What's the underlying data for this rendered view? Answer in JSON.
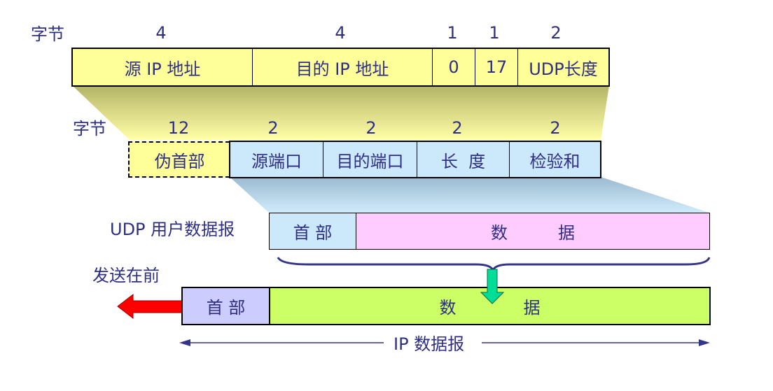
{
  "colors": {
    "text": "#2e2e86",
    "ip_pseudo_fill": "#ffff99",
    "udp_header_fill": "#cce9fb",
    "udp_data_fill": "#ffccff",
    "ip_header_fill": "#ccccff",
    "ip_data_fill": "#ccff66",
    "send_arrow": "#ff0000",
    "down_arrow": "#00dd99"
  },
  "pseudo_header_fields": {
    "bytes_label": "字节",
    "sizes": [
      "4",
      "4",
      "1",
      "1",
      "2"
    ],
    "fields": [
      "源 IP 地址",
      "目的 IP 地址",
      "0",
      "17",
      "UDP长度"
    ]
  },
  "udp_header_fields": {
    "bytes_label": "字节",
    "sizes": [
      "12",
      "2",
      "2",
      "2",
      "2"
    ],
    "fields": [
      "伪首部",
      "源端口",
      "目的端口",
      "长  度",
      "检验和"
    ]
  },
  "udp_datagram": {
    "label": "UDP 用户数据报",
    "header": "首 部",
    "data": "数　　　据"
  },
  "ip_datagram": {
    "send_first_label": "发送在前",
    "header": "首 部",
    "data": "数　　　　据",
    "span_label": "IP 数据报"
  }
}
